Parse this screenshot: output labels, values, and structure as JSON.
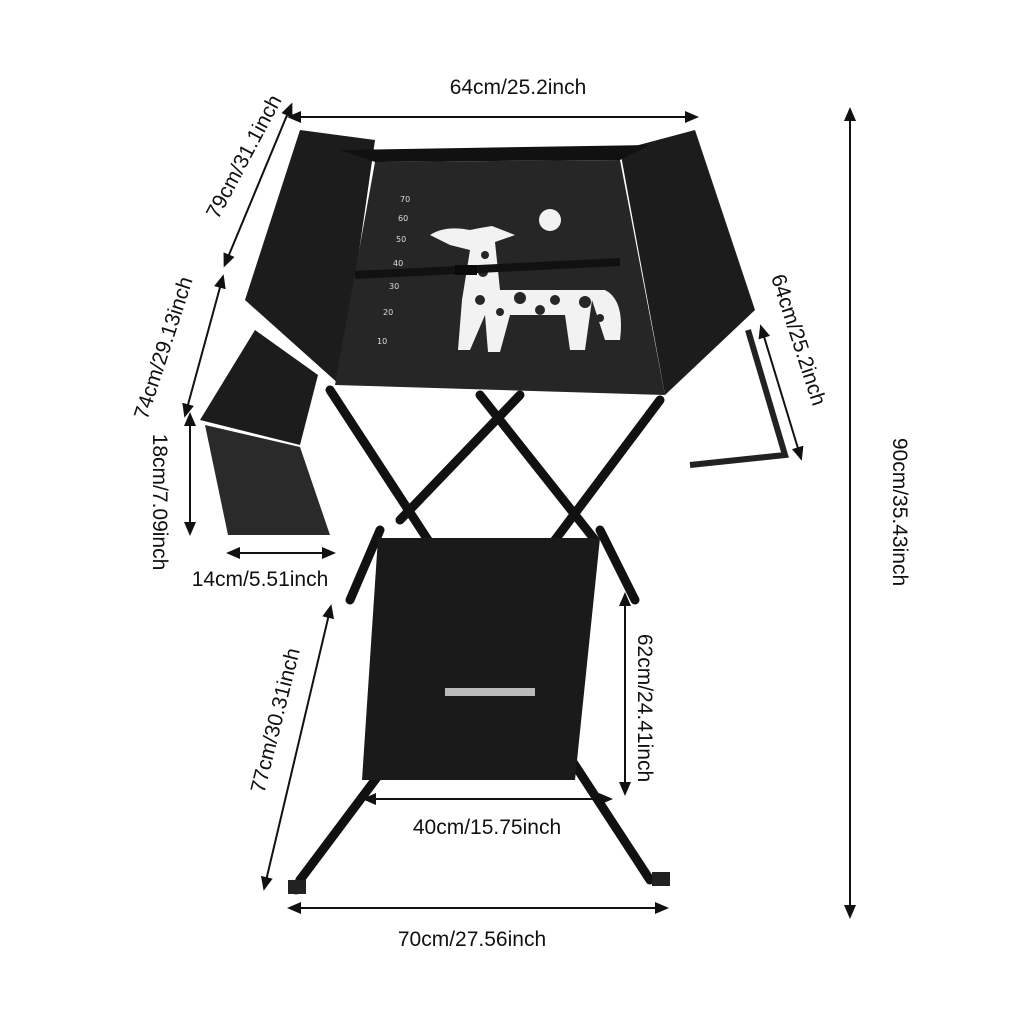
{
  "dimensions": {
    "top_width": "64cm/25.2inch",
    "mat_length": "79cm/31.1inch",
    "side_depth": "74cm/29.13inch",
    "basket_height": "18cm/7.09inch",
    "basket_width": "14cm/5.51inch",
    "right_depth": "64cm/25.2inch",
    "total_height": "90cm/35.43inch",
    "shelf_height": "62cm/24.41inch",
    "leg_length": "77cm/30.31inch",
    "shelf_width": "40cm/15.75inch",
    "base_width": "70cm/27.56inch"
  },
  "ruler_marks": [
    "70",
    "60",
    "50",
    "40",
    "30",
    "20",
    "10"
  ],
  "colors": {
    "product": "#1c1c1c",
    "mat": "#262626",
    "frame": "#0e0e0e",
    "print": "#f2f2f2"
  }
}
